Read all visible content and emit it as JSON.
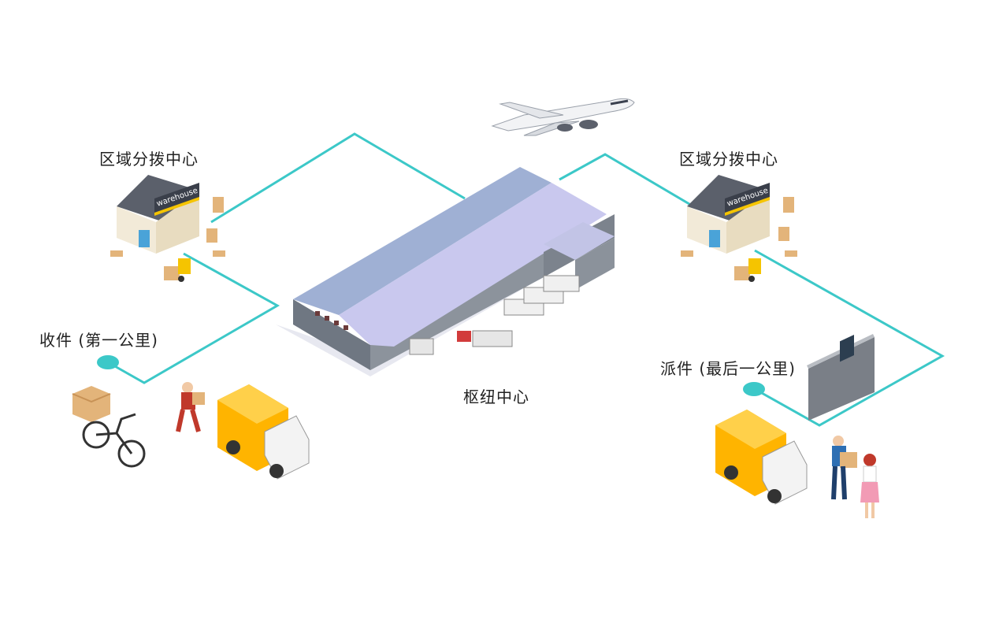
{
  "labels": {
    "regional_center_left": "区域分拨中心",
    "regional_center_right": "区域分拨中心",
    "pickup": "收件 (第一公里)",
    "hub": "枢纽中心",
    "delivery": "派件 (最后一公里)"
  },
  "signage": {
    "warehouse_sign": "warehouse"
  },
  "colors": {
    "route_line": "#3cc8c8",
    "hub_roof": "#a9b3de",
    "truck_body": "#ffb400",
    "warehouse_sign": "#3a3f4a",
    "warehouse_accent": "#f5c400"
  },
  "icons": [
    "airplane-icon",
    "warehouse-icon",
    "forklift-icon",
    "pallet-icon",
    "bicycle-icon",
    "courier-icon",
    "truck-icon",
    "parcel-locker-icon",
    "customer-icon",
    "hub-warehouse-icon"
  ]
}
